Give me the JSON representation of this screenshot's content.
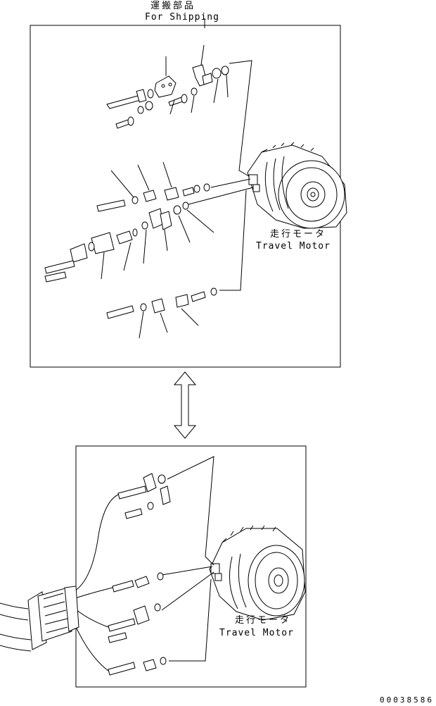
{
  "top_panel": {
    "header_jp": "運搬部品",
    "header_en": "For Shipping",
    "motor_jp": "走行モータ",
    "motor_en": "Travel Motor"
  },
  "bottom_panel": {
    "motor_jp": "走行モータ",
    "motor_en": "Travel Motor"
  },
  "drawing_code": "00038586",
  "icons": {
    "transfer_arrow": "double-headed-vertical-arrow-icon"
  }
}
